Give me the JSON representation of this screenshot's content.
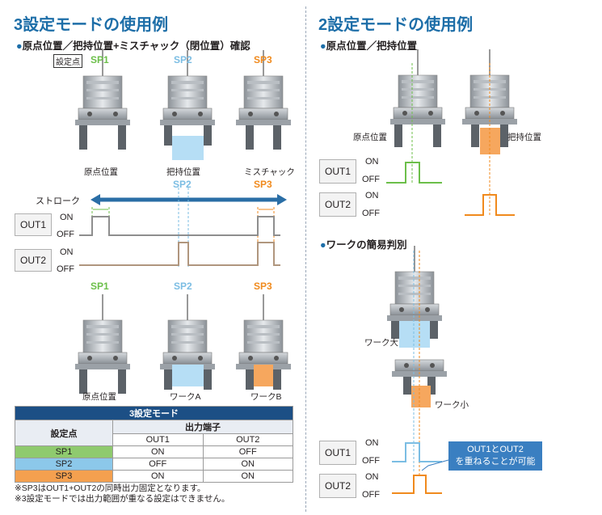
{
  "left": {
    "heading": "3設定モードの使用例",
    "subheading": "原点位置／把持位置+ミスチャック（閉位置）確認",
    "setpoint_tag": "設定点",
    "sp_labels": [
      "SP1",
      "SP2",
      "SP3"
    ],
    "top_positions": [
      "原点位置",
      "把持位置",
      "ミスチャック"
    ],
    "stroke_label": "ストローク",
    "out1": "OUT1",
    "out2": "OUT2",
    "on": "ON",
    "off": "OFF",
    "bottom_labels": [
      "原点位置",
      "ワークA",
      "ワークB"
    ],
    "table": {
      "caption": "3設定モード",
      "col_setpoint": "設定点",
      "col_output": "出力端子",
      "col_out1": "OUT1",
      "col_out2": "OUT2",
      "rows": [
        {
          "sp": "SP1",
          "out1": "ON",
          "out2": "OFF"
        },
        {
          "sp": "SP2",
          "out1": "OFF",
          "out2": "ON"
        },
        {
          "sp": "SP3",
          "out1": "ON",
          "out2": "ON"
        }
      ]
    },
    "notes": [
      "※SP3はOUT1+OUT2の同時出力固定となります。",
      "※3設定モードでは出力範囲が重なる設定はできません。"
    ]
  },
  "right": {
    "heading": "2設定モードの使用例",
    "sub1": "原点位置／把持位置",
    "pos1": "原点位置",
    "pos2": "把持位置",
    "out1": "OUT1",
    "out2": "OUT2",
    "on": "ON",
    "off": "OFF",
    "sub2": "ワークの簡易判別",
    "work_big": "ワーク大",
    "work_small": "ワーク小",
    "callout_line1": "OUT1とOUT2",
    "callout_line2": "を重ねることが可能"
  },
  "colors": {
    "heading": "#1d6ea8",
    "sp1_green": "#6cbf4a",
    "sp2_blue": "#7bbde3",
    "sp3_orange": "#f08a1d",
    "table_header": "#1c4f85",
    "arrow": "#2a6ea6"
  }
}
